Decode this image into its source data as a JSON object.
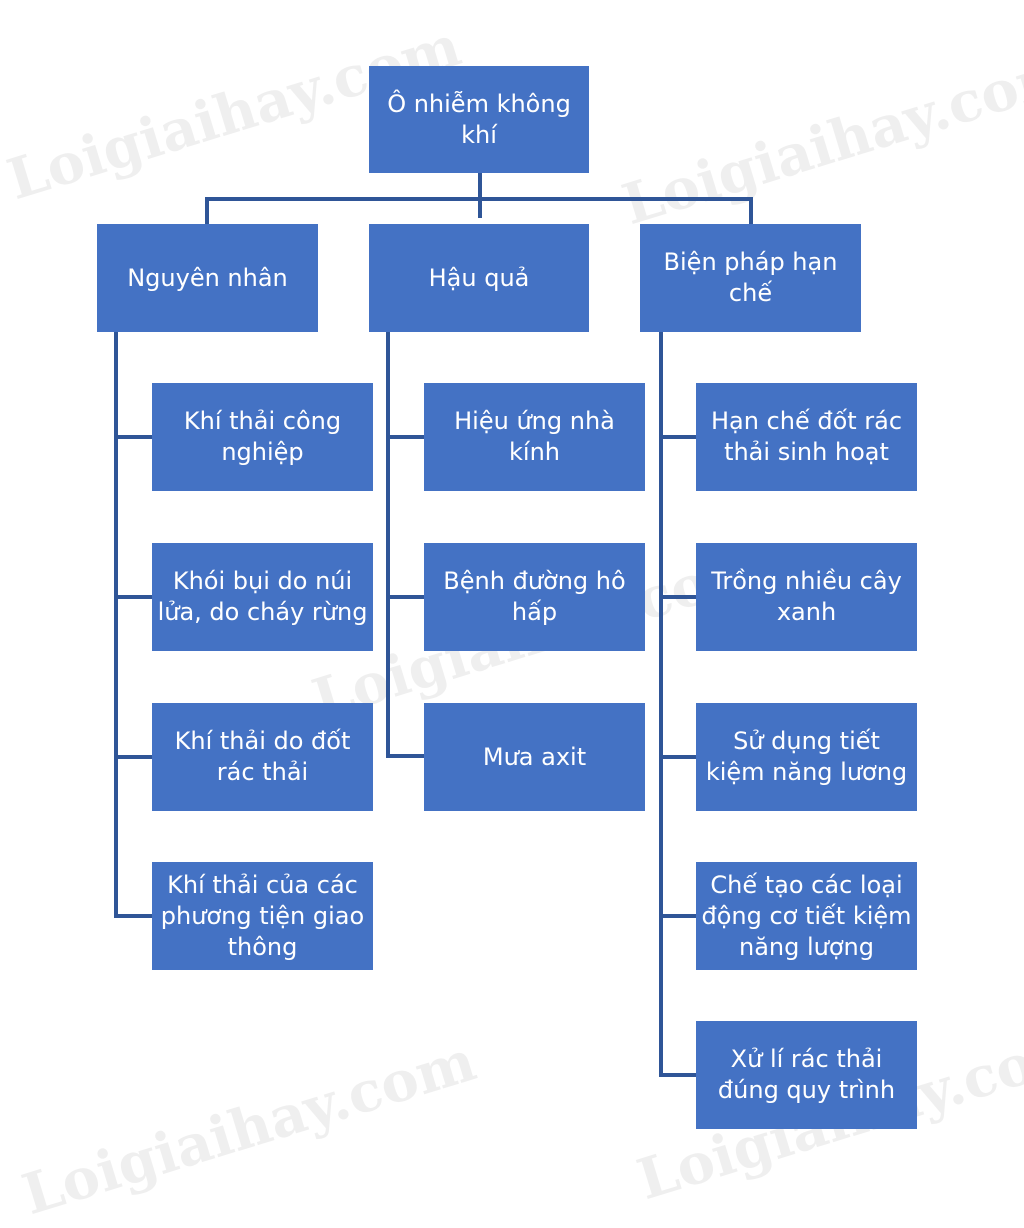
{
  "root": {
    "label": "Ô nhiễm không khí"
  },
  "columns": [
    {
      "header": "Nguyên nhân",
      "items": [
        "Khí thải công nghiệp",
        "Khói bụi do núi lửa, do cháy rừng",
        "Khí thải do đốt rác thải",
        "Khí thải của các phương tiện giao thông"
      ]
    },
    {
      "header": "Hậu quả",
      "items": [
        "Hiệu ứng nhà kính",
        "Bệnh đường hô hấp",
        "Mưa axit"
      ]
    },
    {
      "header": "Biện pháp hạn chế",
      "items": [
        "Hạn chế đốt rác thải sinh hoạt",
        "Trồng nhiều cây xanh",
        "Sử dụng tiết kiệm năng lương",
        "Chế tạo các loại động cơ tiết kiệm năng lượng",
        "Xử lí rác thải đúng quy trình"
      ]
    }
  ],
  "watermark": "Loigiaihay.com",
  "colors": {
    "box": "#4472c4",
    "connector": "#2f5597",
    "text": "#ffffff"
  }
}
